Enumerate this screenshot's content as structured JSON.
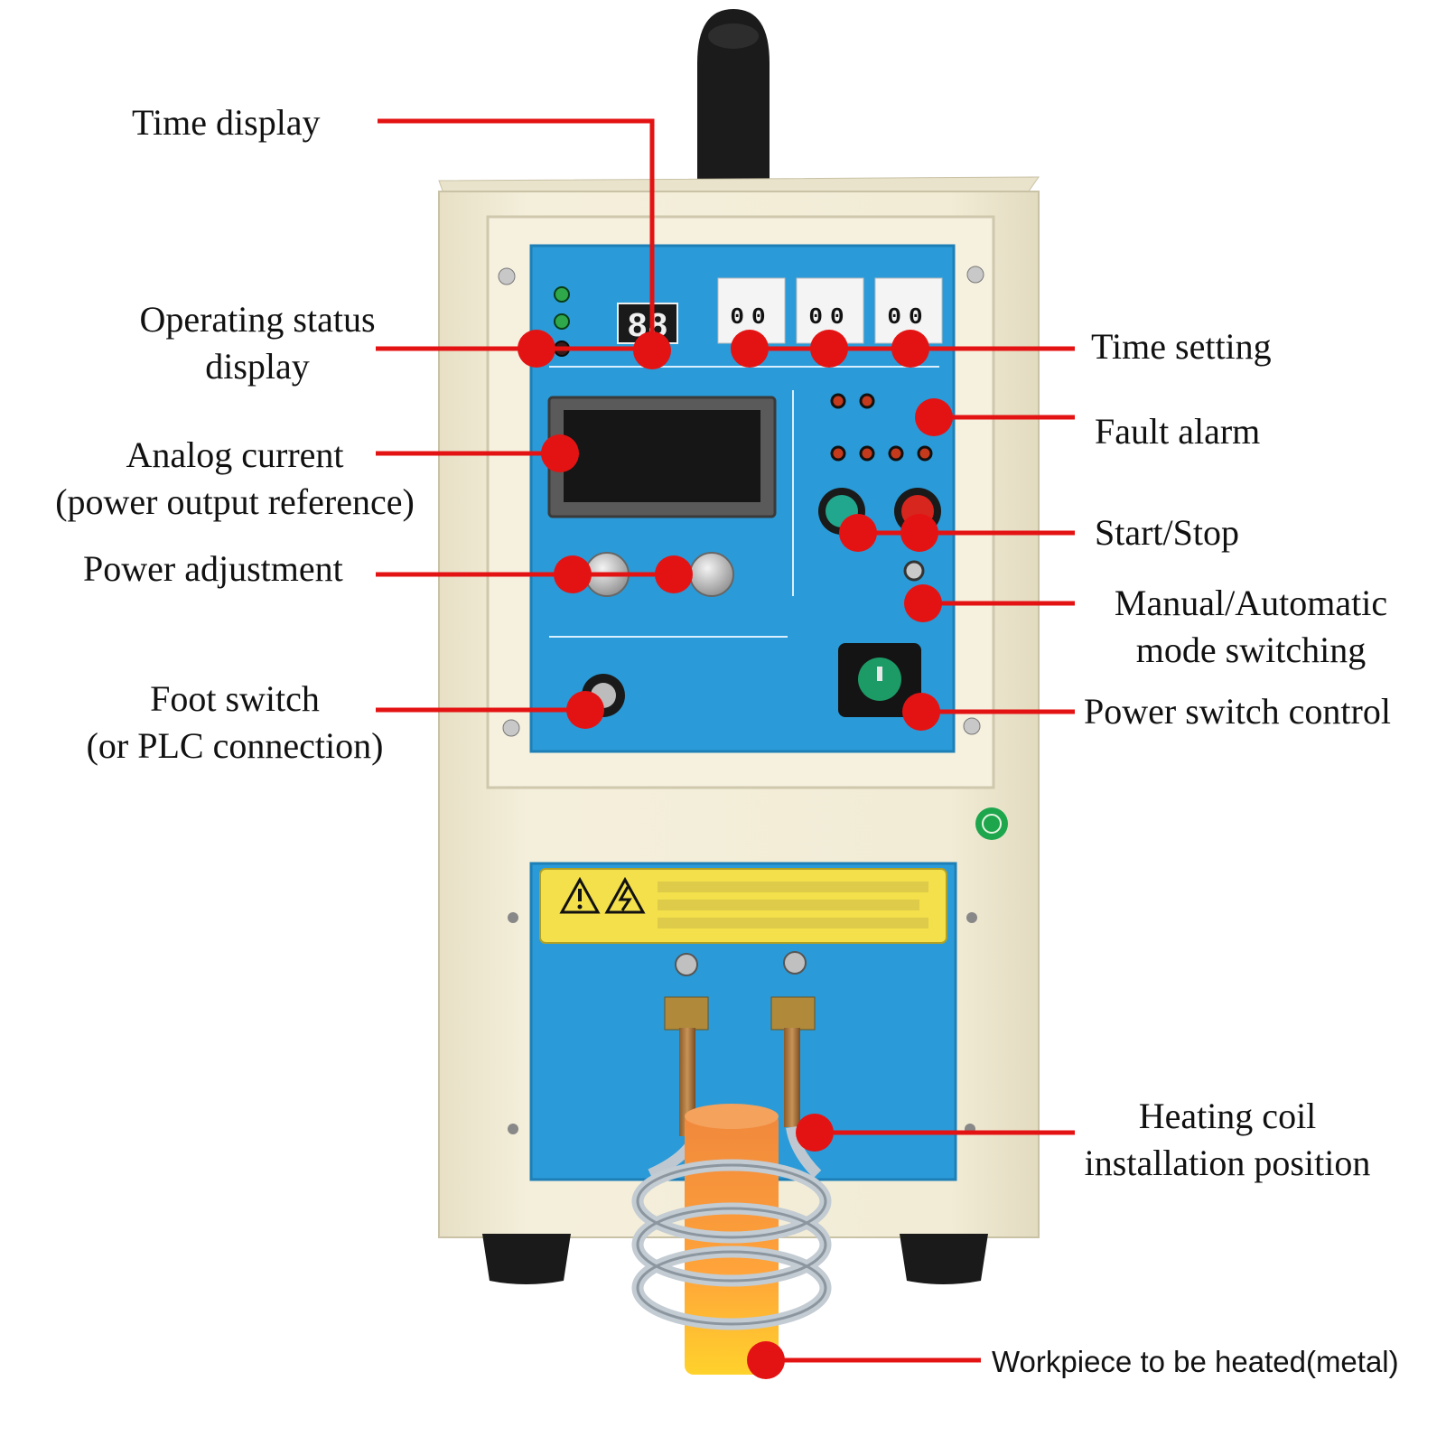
{
  "colors": {
    "leader_line": "#e41313",
    "panel_blue": "#2a9bd8",
    "cabinet": "#f1ebd3",
    "warning_yellow": "#f3e04a"
  },
  "labels": {
    "time_display": "Time display",
    "operating_status_1": "Operating status",
    "operating_status_2": "display",
    "analog_current_1": "Analog current",
    "analog_current_2": "(power output reference)",
    "power_adjustment": "Power adjustment",
    "foot_switch_1": "Foot switch",
    "foot_switch_2": "(or PLC connection)",
    "time_setting": "Time setting",
    "fault_alarm": "Fault alarm",
    "start_stop": "Start/Stop",
    "mode_switch_1": "Manual/Automatic",
    "mode_switch_2": "mode switching",
    "power_switch": "Power switch control",
    "heating_coil_1": "Heating coil",
    "heating_coil_2": "installation position",
    "workpiece": "Workpiece to be heated(metal)"
  },
  "panel": {
    "segment_display": "88",
    "thumbwheels": [
      "00",
      "00",
      "00"
    ]
  },
  "icons": [
    "warning-triangle-icon",
    "electric-hazard-icon",
    "ground-symbol-icon"
  ]
}
